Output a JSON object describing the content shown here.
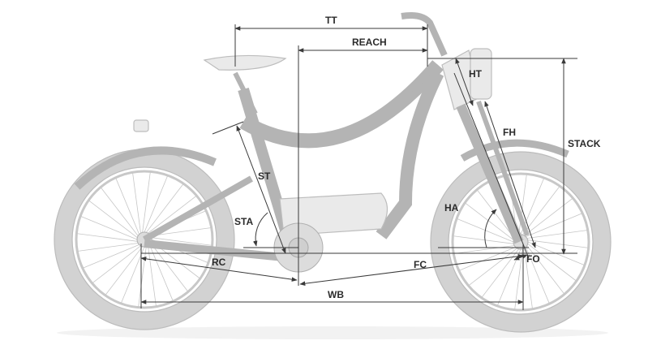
{
  "diagram": {
    "title": "",
    "labels": {
      "tt": "TT",
      "reach": "REACH",
      "ht": "HT",
      "stack": "STACK",
      "fh": "FH",
      "st": "ST",
      "sta": "STA",
      "ha": "HA",
      "rc": "RC",
      "fc": "FC",
      "fo": "FO",
      "wb": "WB"
    },
    "colors": {
      "dimension_line": "#3a3a3a",
      "bike_body": "#b4b4b4",
      "tire": "#d2d2d2",
      "label": "#2b2b2b"
    }
  }
}
